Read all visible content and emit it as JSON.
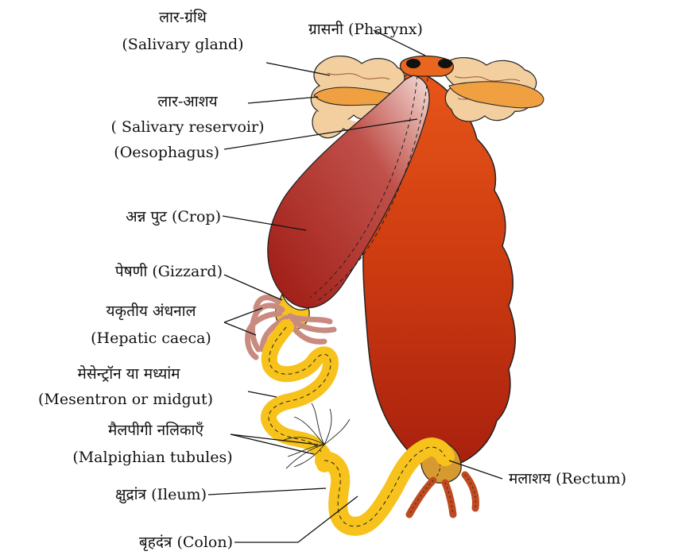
{
  "labels": {
    "salivary_gland_hi": "लार-ग्रंथि",
    "salivary_gland_en": "(Salivary gland)",
    "pharynx": "ग्रासनी (Pharynx)",
    "salivary_reservoir_hi": "लार-आशय",
    "salivary_reservoir_en": "( Salivary reservoir)",
    "oesophagus": "(Oesophagus)",
    "crop": "अन्न पुट (Crop)",
    "gizzard": "पेषणी (Gizzard)",
    "hepatic_caeca_hi": "यकृतीय अंधनाल",
    "hepatic_caeca_en": "(Hepatic caeca)",
    "mesentron_hi": "मेसेन्ट्रॉन या मध्यांम",
    "mesentron_en": "(Mesentron or midgut)",
    "malpighian_hi": "मैलपीगी नलिकाएँ",
    "malpighian_en": "(Malpighian tubules)",
    "ileum": "क्षुद्रांत्र (Ileum)",
    "colon": "बृहदंत्र (Colon)",
    "rectum": "मलाशय (Rectum)"
  },
  "colors": {
    "body": "#cc3a10",
    "crop_dark": "#a51c12",
    "gland": "#f3cfa0",
    "reservoir": "#f0a040",
    "gut_yellow": "#f7c21b",
    "caeca": "#c98a80"
  }
}
